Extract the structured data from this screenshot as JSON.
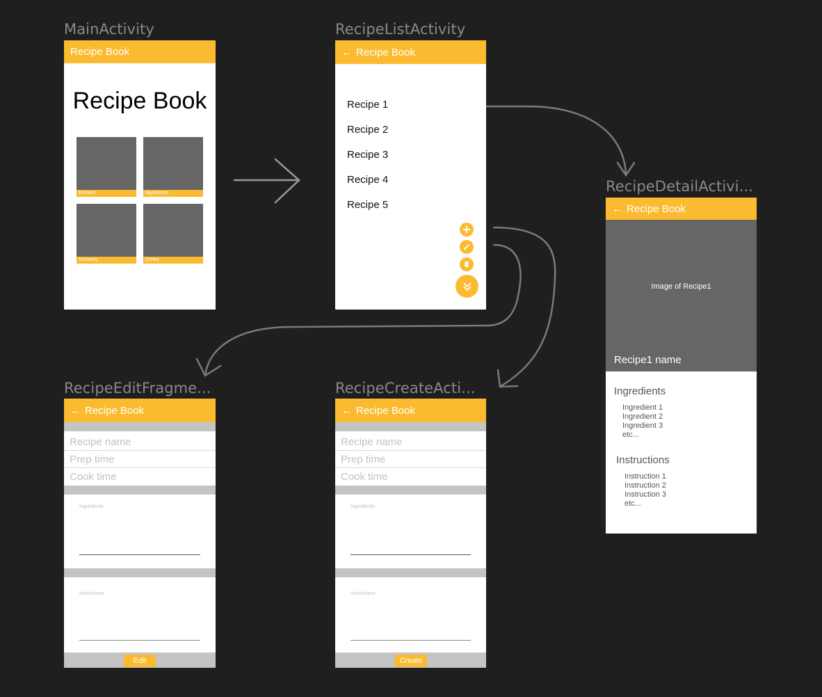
{
  "frames": {
    "main": {
      "label": "MainActivity"
    },
    "list": {
      "label": "RecipeListActivity"
    },
    "detail": {
      "label": "RecipeDetailActivi..."
    },
    "edit": {
      "label": "RecipeEditFragme..."
    },
    "create": {
      "label": "RecipeCreateActi..."
    }
  },
  "appbar_title": "Recipe Book",
  "main": {
    "heading": "Recipe Book",
    "tiles": [
      "Entrees",
      "Appetizers",
      "Desserts",
      "Drinks"
    ]
  },
  "list": {
    "items": [
      "Recipe 1",
      "Recipe 2",
      "Recipe 3",
      "Recipe 4",
      "Recipe 5"
    ],
    "fab_icons": [
      "plus-icon",
      "pencil-icon",
      "trash-icon",
      "chevrons-down-icon"
    ]
  },
  "detail": {
    "image_placeholder": "Image of Recipe1",
    "recipe_name": "Recipe1 name",
    "ingredients_title": "Ingredients",
    "ingredients": [
      "Ingredient 1",
      "Ingredient 2",
      "Ingredient 3",
      "etc..."
    ],
    "instructions_title": "Instructions",
    "instructions": [
      "Instruction 1",
      "Instruction 2",
      "Instruction 3",
      "etc..."
    ]
  },
  "form": {
    "recipe_name_placeholder": "Recipe name",
    "prep_time_placeholder": "Prep time",
    "cook_time_placeholder": "Cook time",
    "ingredients_label": "Ingredients",
    "instructions_label": "Instructions"
  },
  "edit": {
    "button_label": "Edit"
  },
  "create": {
    "button_label": "Create"
  },
  "colors": {
    "accent": "#fbbb30",
    "canvas": "#1f1f1f",
    "placeholder_gray": "#666666",
    "band_gray": "#c4c4c4"
  }
}
